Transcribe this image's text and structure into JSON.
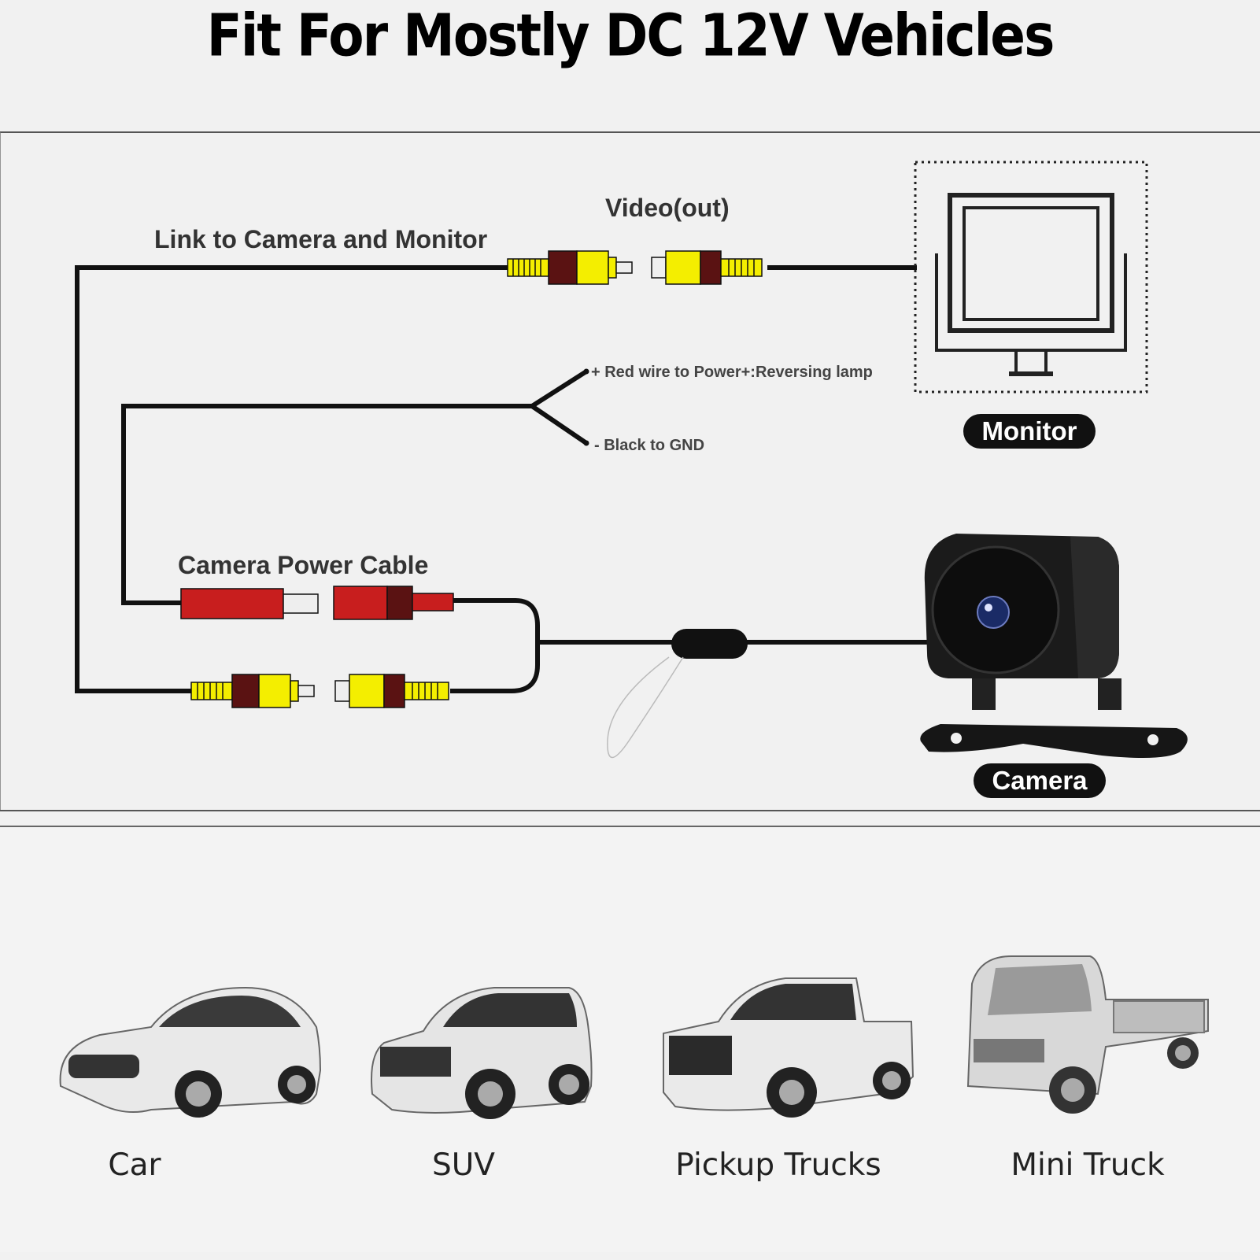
{
  "title": "Fit For Mostly DC 12V Vehicles",
  "diagram": {
    "video_out_label": "Video(out)",
    "link_label": "Link to Camera and Monitor",
    "red_wire_label": "+ Red wire to Power+:Reversing lamp",
    "black_wire_label": "- Black to GND",
    "power_cable_label": "Camera Power Cable",
    "monitor_label": "Monitor",
    "camera_label": "Camera",
    "colors": {
      "rca_yellow": "#f4ee00",
      "connector_red": "#c81e1e",
      "band_dark": "#5a1212",
      "wire": "#111111"
    }
  },
  "vehicles": [
    {
      "label": "Car",
      "icon": "car-icon"
    },
    {
      "label": "SUV",
      "icon": "suv-icon"
    },
    {
      "label": "Pickup Trucks",
      "icon": "pickup-truck-icon"
    },
    {
      "label": "Mini Truck",
      "icon": "mini-truck-icon"
    }
  ]
}
